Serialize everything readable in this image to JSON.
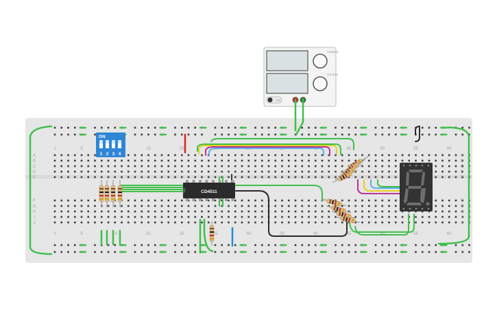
{
  "breadboard": {
    "column_numbers": [
      "1",
      "5",
      "10",
      "15",
      "20",
      "25",
      "30",
      "35",
      "40",
      "45",
      "50",
      "55",
      "60"
    ],
    "row_letters_top": [
      "A",
      "B",
      "C",
      "D",
      "E"
    ],
    "row_letters_bottom": [
      "F",
      "G",
      "H",
      "I",
      "J"
    ]
  },
  "chip": {
    "label": "CD4511"
  },
  "dip_switch": {
    "on_label": "ON",
    "switch_numbers": [
      "1",
      "2",
      "3",
      "4"
    ]
  },
  "power_supply": {
    "off_label": "OFF",
    "knob_labels": [
      "CURRENT",
      "VOLTAGE"
    ]
  },
  "colors": {
    "breadboard": "#e6e6e6",
    "wire_green": "#3fbf4a",
    "wire_red": "#e02020",
    "wire_blue": "#1f8fd8",
    "wire_black": "#2a2a2a",
    "wire_yellow": "#e6d020",
    "wire_magenta": "#c0309a",
    "wire_lightblue": "#5ab0e8",
    "chip": "#2b2b2b",
    "dip_switch": "#2f86d6",
    "display": "#333333"
  },
  "icons": [
    "dip-switch-icon",
    "seven-segment-display-icon",
    "resistor-icon",
    "power-supply-icon"
  ]
}
